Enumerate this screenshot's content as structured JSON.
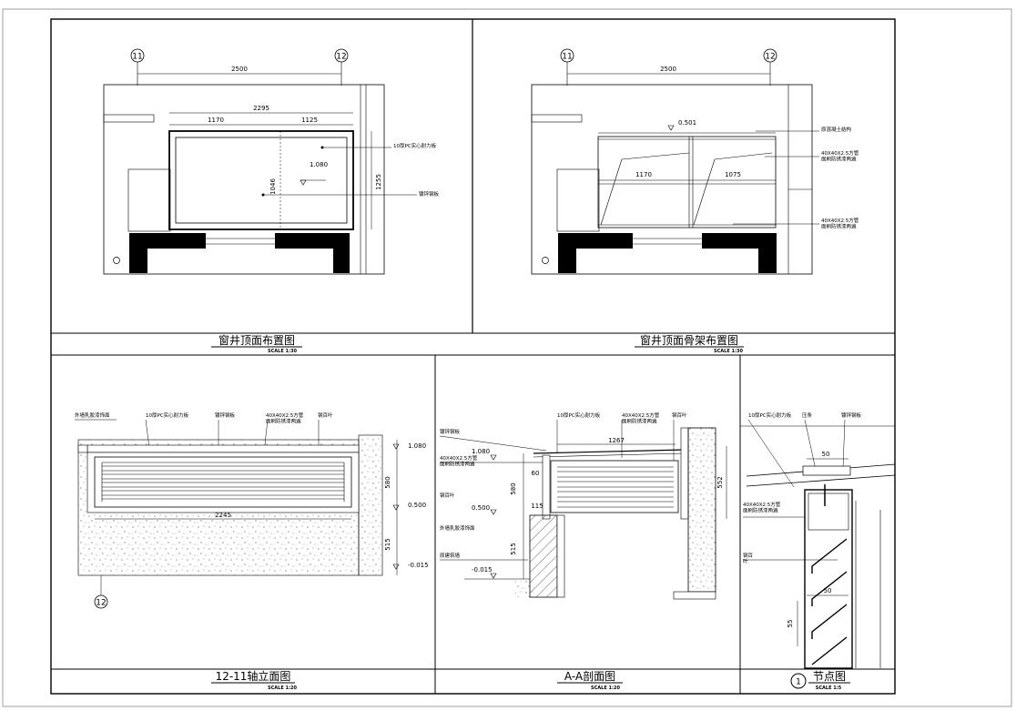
{
  "drawings": {
    "top_left": {
      "title": "窗井顶面布置图",
      "scale": "SCALE 1:30"
    },
    "top_right": {
      "title": "窗井顶面骨架布置图",
      "scale": "SCALE 1:30"
    },
    "elevation": {
      "title": "12-11轴立面图",
      "scale": "SCALE 1:20"
    },
    "section": {
      "title": "A-A剖面图",
      "scale": "SCALE 1:20"
    },
    "detail": {
      "title": "节点图",
      "scale": "SCALE 1:5",
      "number": "1"
    }
  },
  "axes": {
    "a11": "11",
    "a12": "12"
  },
  "dims": {
    "tl_span": "2500",
    "tl_inner": "2295",
    "tl_left": "1170",
    "tl_right": "1125",
    "tl_height": "1046",
    "tl_total_h": "1255",
    "tl_level": "1.080",
    "tr_span": "2500",
    "tr_left": "1170",
    "tr_right": "1075",
    "tr_level": "0.501",
    "el_width": "2245",
    "el_level1": "1.080",
    "el_level2": "0.500",
    "el_level3": "-0.015",
    "el_h1": "580",
    "el_h2": "515",
    "sec_width": "1267",
    "sec_level1": "1.080",
    "sec_level2": "0.500",
    "sec_level3": "-0.015",
    "sec_h1": "580",
    "sec_h2": "515",
    "sec_60": "60",
    "sec_115": "115",
    "sec_right": "552",
    "det_w": "50",
    "det_w2": "50",
    "det_h": "55"
  },
  "notes": {
    "tl_pc_board": "10厚PC实心耐力板",
    "tl_steel_cover": "镀锌钢板",
    "tr_top": "原混凝土结构",
    "tr_tube1": "40X40X2.5方管\n面刷防锈漆两遍",
    "tr_tube2": "40X40X2.5方管\n面刷防锈漆两遍",
    "el_paint": "外墙乳胶漆饰面",
    "el_pc": "10厚PC实心耐力板",
    "el_plate": "镀锌钢板",
    "el_tube": "40X40X2.5方管\n面刷防锈漆两遍",
    "el_louver": "钢百叶",
    "sec_plate": "镀锌钢板",
    "sec_tube": "40X40X2.5方管\n面刷防锈漆两遍",
    "sec_louver": "钢百叶",
    "sec_paint": "外墙乳胶漆饰面",
    "sec_wall": "原建筑墙",
    "sec_pc": "10厚PC实心耐力板",
    "sec_tube2": "40X40X2.5方管\n面刷防锈漆两遍",
    "sec_louver2": "钢百叶",
    "det_pc": "10厚PC实心耐力板",
    "det_bar": "压条",
    "det_plate": "镀锌钢板",
    "det_tube": "40X40X2.5方管\n面刷防锈漆两遍",
    "det_louver": "钢百\n叶"
  }
}
